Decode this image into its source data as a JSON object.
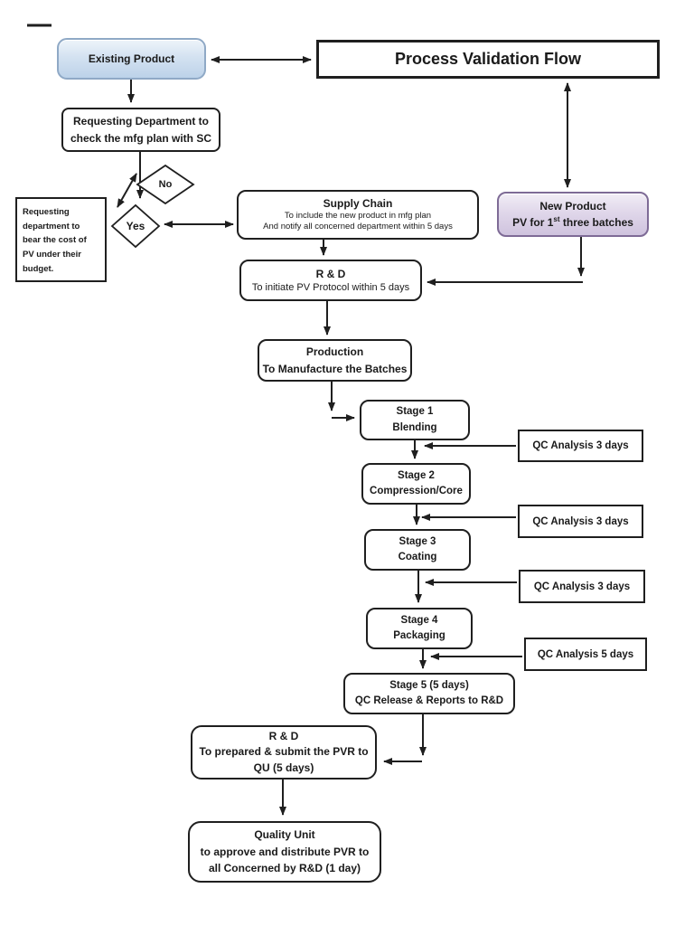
{
  "diagram": {
    "title": "Process Validation Flow",
    "existing_product": {
      "label": "Existing Product"
    },
    "requesting_department": {
      "line1": "Requesting Department to",
      "line2": "check the mfg plan with SC"
    },
    "decision_no": {
      "label": "No"
    },
    "decision_yes": {
      "label": "Yes"
    },
    "cost_note": {
      "text": "Requesting department to bear the cost of PV under their budget."
    },
    "supply_chain": {
      "title": "Supply Chain",
      "line1": "To include the new product in mfg plan",
      "line2": "And notify all concerned department within 5 days"
    },
    "new_product": {
      "title": "New Product",
      "subtitle_prefix": "PV for 1",
      "subtitle_sup": "st",
      "subtitle_suffix": " three batches"
    },
    "rd_initiate": {
      "title": "R & D",
      "subtitle": "To initiate PV Protocol within 5 days"
    },
    "production": {
      "title": "Production",
      "subtitle": "To Manufacture the Batches"
    },
    "stages": [
      {
        "title": "Stage 1",
        "subtitle": "Blending"
      },
      {
        "title": "Stage 2",
        "subtitle": "Compression/Core"
      },
      {
        "title": "Stage 3",
        "subtitle": "Coating"
      },
      {
        "title": "Stage 4",
        "subtitle": "Packaging"
      },
      {
        "title": "Stage 5 (5 days)",
        "subtitle": "QC Release & Reports to R&D"
      }
    ],
    "qc_notes": [
      {
        "label": "QC Analysis 3 days"
      },
      {
        "label": "QC Analysis 3 days"
      },
      {
        "label": "QC Analysis 3 days"
      },
      {
        "label": "QC Analysis 5 days"
      }
    ],
    "rd_pvr": {
      "title": "R & D",
      "line1": "To prepared & submit the PVR to",
      "line2": "QU (5 days)"
    },
    "quality_unit": {
      "title": "Quality Unit",
      "line1": "to approve and distribute PVR to",
      "line2": "all Concerned by R&D (1 day)"
    }
  },
  "colors": {
    "line": "#1f1f1f",
    "existing_fill_top": "#eef4fa",
    "existing_fill_bottom": "#bcd2e9",
    "existing_border": "#8fa9c6",
    "new_product_fill_top": "#f2eef6",
    "new_product_fill_bottom": "#cfc3de",
    "new_product_border": "#7e6b96",
    "box_fill": "#ffffff",
    "text": "#1a1a1a"
  }
}
